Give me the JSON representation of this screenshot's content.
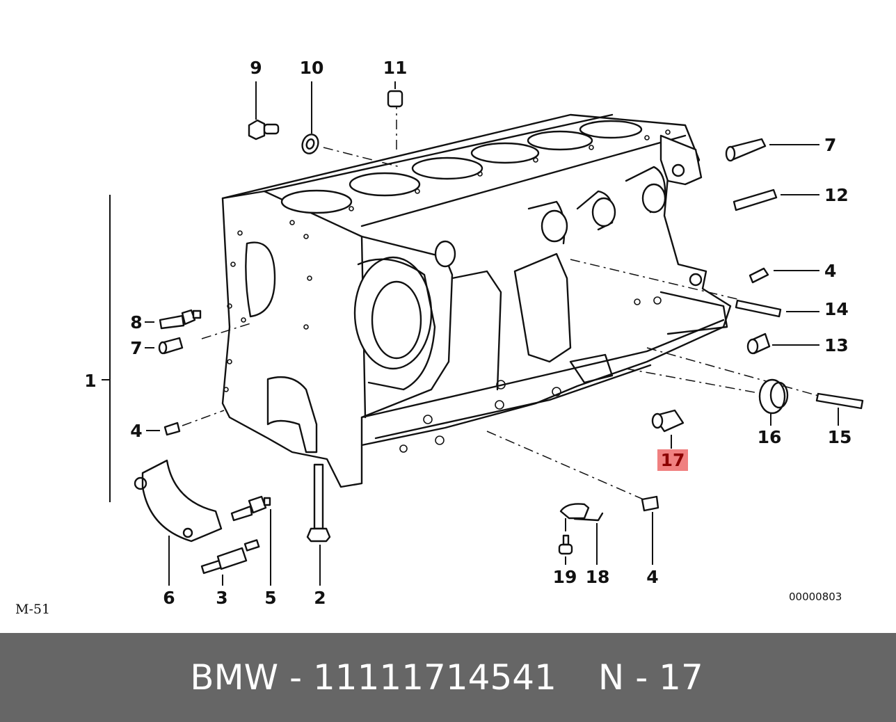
{
  "diagram": {
    "title": "Engine block parts diagram",
    "highlight_color": "#f08080",
    "callouts": [
      {
        "id": "c9",
        "label": "9"
      },
      {
        "id": "c10",
        "label": "10"
      },
      {
        "id": "c11",
        "label": "11"
      },
      {
        "id": "c7a",
        "label": "7"
      },
      {
        "id": "c12",
        "label": "12"
      },
      {
        "id": "c4a",
        "label": "4"
      },
      {
        "id": "c14",
        "label": "14"
      },
      {
        "id": "c13",
        "label": "13"
      },
      {
        "id": "c16",
        "label": "16"
      },
      {
        "id": "c15",
        "label": "15"
      },
      {
        "id": "c17",
        "label": "17",
        "highlighted": true
      },
      {
        "id": "c8",
        "label": "8"
      },
      {
        "id": "c7b",
        "label": "7"
      },
      {
        "id": "c1",
        "label": "1"
      },
      {
        "id": "c4b",
        "label": "4"
      },
      {
        "id": "c6",
        "label": "6"
      },
      {
        "id": "c3",
        "label": "3"
      },
      {
        "id": "c5",
        "label": "5"
      },
      {
        "id": "c2",
        "label": "2"
      },
      {
        "id": "c19",
        "label": "19"
      },
      {
        "id": "c18",
        "label": "18"
      },
      {
        "id": "c4c",
        "label": "4"
      }
    ],
    "ref_left": "M-51",
    "ref_right": "00000803"
  },
  "footer": {
    "brand": "BMW",
    "separator": "-",
    "part_number": "11111714541",
    "position_prefix": "N",
    "position_number": "17"
  }
}
